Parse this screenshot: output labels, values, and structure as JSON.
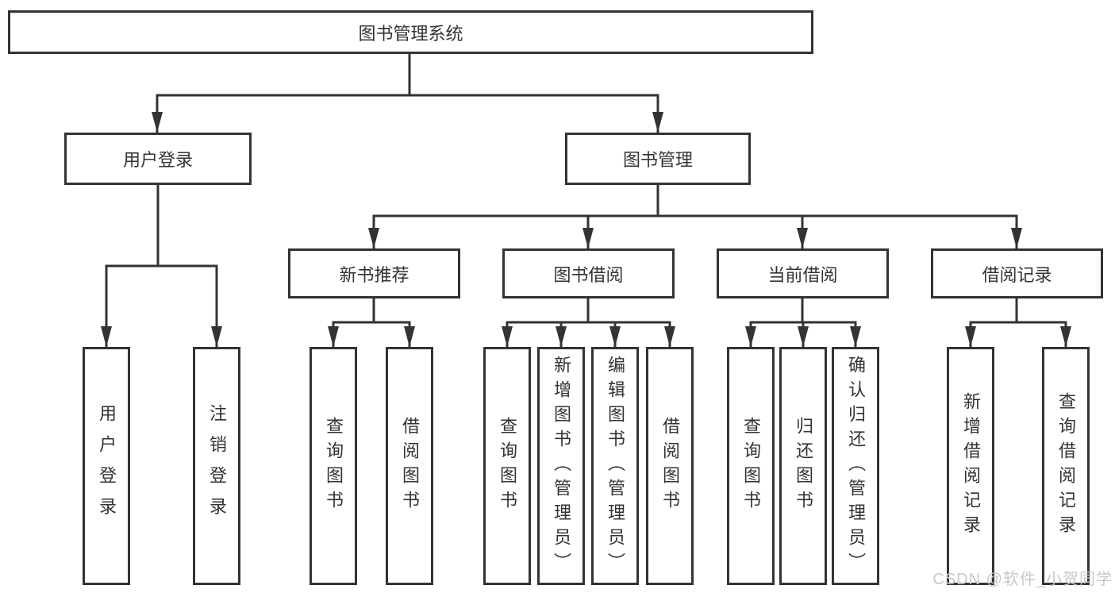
{
  "root": {
    "label": "图书管理系统"
  },
  "level2": {
    "user_login": {
      "label": "用户登录"
    },
    "book_mgmt": {
      "label": "图书管理"
    }
  },
  "level3": {
    "new_books": {
      "label": "新书推荐"
    },
    "borrowing": {
      "label": "图书借阅"
    },
    "current": {
      "label": "当前借阅"
    },
    "records": {
      "label": "借阅记录"
    }
  },
  "leaves": {
    "user_login": [
      "用户登录",
      "注销登录"
    ],
    "new_books": [
      "查询图书",
      "借阅图书"
    ],
    "borrowing": [
      "查询图书",
      "新增图书（管理员）",
      "编辑图书（管理员）",
      "借阅图书"
    ],
    "current": [
      "查询图书",
      "归还图书",
      "确认归还（管理员）"
    ],
    "records": [
      "新增借阅记录",
      "查询借阅记录"
    ]
  },
  "watermark": "CSDN @软件_小贺同学",
  "colors": {
    "line": "#333333",
    "text": "#333333",
    "box_background": "#ffffff",
    "watermark": "#c8c8c8"
  }
}
